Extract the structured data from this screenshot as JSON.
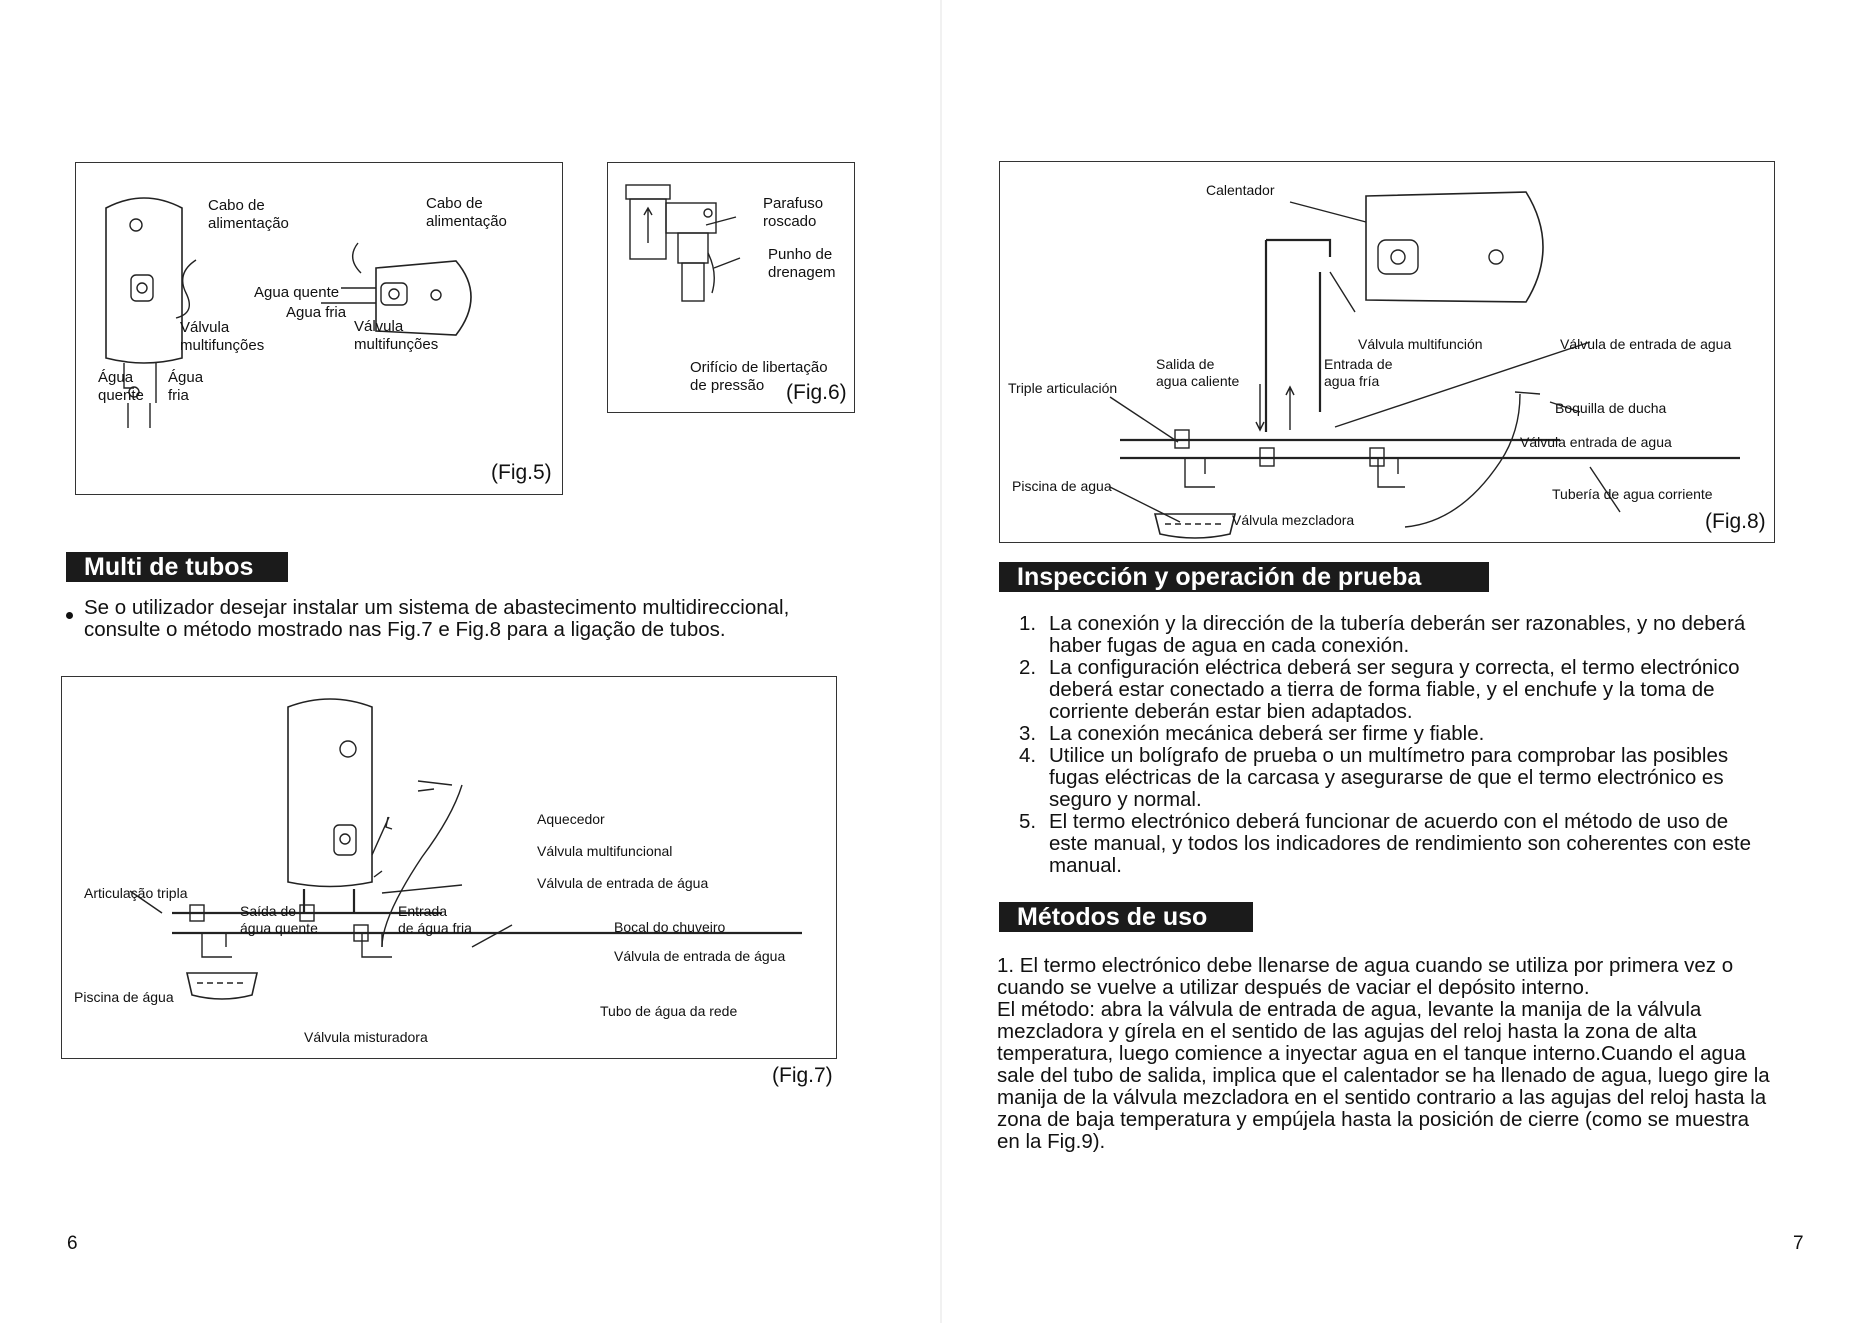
{
  "left": {
    "fig5": {
      "labels": {
        "cabo_left": "Cabo de\nalimentação",
        "cabo_right": "Cabo de\nalimentação",
        "agua_quente_h": "Agua quente",
        "agua_fria_h": "Agua fria",
        "valvula_left": "Válvula\nmultifunções",
        "valvula_right": "Válvula\nmultifunções",
        "agua_quente_v": "Água\nquente",
        "agua_fria_v": "Água\nfria"
      },
      "caption": "(Fig.5)"
    },
    "fig6": {
      "labels": {
        "parafuso": "Parafuso\nroscado",
        "punho": "Punho de\ndrenagem",
        "orificio": "Orifício de libertação\nde pressão"
      },
      "caption": "(Fig.6)"
    },
    "section_title": "Multi de tubos",
    "bullet_text": "Se o utilizador desejar instalar um sistema de abastecimento multidireccional, consulte o método mostrado nas Fig.7 e Fig.8 para a ligação de tubos.",
    "fig7": {
      "labels": {
        "aquecedor": "Aquecedor",
        "valvula_multi": "Válvula multifuncional",
        "valvula_entrada": "Válvula de entrada de água",
        "articulacao": "Articulação tripla",
        "saida": "Saída de\nágua quente",
        "entrada": "Entrada\nde água fria",
        "bocal": "Bocal do chuveiro",
        "valvula_entrada2": "Válvula de entrada de água",
        "piscina": "Piscina de água",
        "tubo": "Tubo de água da rede",
        "misturadora": "Válvula misturadora"
      },
      "caption": "(Fig.7)"
    },
    "page_number": "6"
  },
  "right": {
    "fig8": {
      "labels": {
        "calentador": "Calentador",
        "valvula_multi": "Válvula multifunción",
        "valvula_entrada": "Válvula de entrada de agua",
        "salida": "Salida de\nagua caliente",
        "entrada": "Entrada de\nagua fría",
        "triple": "Triple articulación",
        "boquilla": "Boquilla de ducha",
        "valvula_entrada2": "Válvula entrada de agua",
        "piscina": "Piscina de agua",
        "tuberia": "Tubería de agua corriente",
        "mezcladora": "Válvula mezcladora"
      },
      "caption": "(Fig.8)"
    },
    "section1_title": "Inspección y operación de prueba",
    "steps": [
      {
        "num": "1.",
        "text": "La conexión y la dirección de la tubería deberán ser razonables, y no deberá haber fugas de agua en cada conexión."
      },
      {
        "num": "2.",
        "text": "La configuración eléctrica deberá ser segura y correcta, el termo electrónico deberá estar conectado a tierra de forma fiable, y el enchufe y la toma de corriente deberán estar bien adaptados."
      },
      {
        "num": "3.",
        "text": "La conexión mecánica deberá ser firme y fiable."
      },
      {
        "num": "4.",
        "text": "Utilice un bolígrafo de prueba o un multímetro para comprobar las posibles fugas eléctricas de la carcasa y asegurarse de que el termo electrónico es seguro y normal."
      },
      {
        "num": "5.",
        "text": "El termo electrónico deberá funcionar de acuerdo con el método de uso de este manual, y todos los indicadores de rendimiento son coherentes con este manual."
      }
    ],
    "section2_title": "Métodos de uso",
    "usage_paragraph1": "1. El termo electrónico debe llenarse de agua cuando se utiliza por primera vez o cuando se vuelve a utilizar después de vaciar el depósito interno.",
    "usage_paragraph2": "El método: abra la válvula de entrada de agua, levante la manija de la válvula mezcladora y gírela en el sentido de las agujas del reloj hasta la zona de alta temperatura, luego comience a inyectar agua en el tanque interno.Cuando el agua sale del tubo de salida, implica que el calentador se ha llenado de agua, luego gire la manija de la válvula mezcladora en el sentido contrario a las agujas del reloj hasta la zona de baja temperatura y empújela hasta la posición de cierre (como se muestra en la Fig.9).",
    "page_number": "7"
  }
}
